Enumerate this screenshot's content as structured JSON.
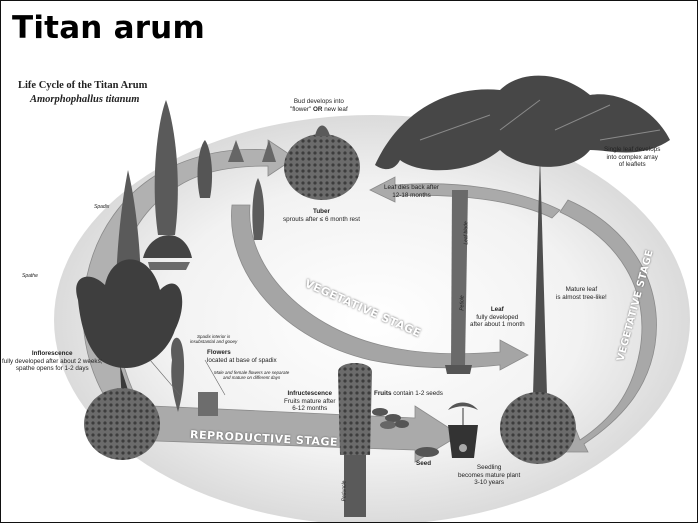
{
  "slide_title": "Titan arum",
  "diagram": {
    "title": "Life Cycle of the Titan Arum",
    "subtitle": "Amorphophallus titanum",
    "stages": {
      "vegetative_inner": "VEGETATIVE STAGE",
      "vegetative_outer": "VEGETATIVE STAGE",
      "reproductive": "REPRODUCTIVE STAGE"
    },
    "labels": {
      "bud_line1": "Bud develops into",
      "bud_line2_a": "\"flower\" ",
      "bud_line2_b": "OR",
      "bud_line2_c": " new leaf",
      "tuber_head": "Tuber",
      "tuber_text": "sprouts after ≤ 6 month rest",
      "leaf_dies_1": "Leaf dies back after",
      "leaf_dies_2": "12-18 months",
      "single_leaf_1": "Single leaf develops",
      "single_leaf_2": "into complex array",
      "single_leaf_3": "of leaflets",
      "leaf_blade": "Leaf blade",
      "petiole": "Petiole",
      "leaf_head": "Leaf",
      "leaf_1": "fully developed",
      "leaf_2": "after about 1 month",
      "mature_1": "Mature leaf",
      "mature_2": "is almost tree-like!",
      "spadix": "Spadix",
      "spathe": "Spathe",
      "infl_head": "Inflorescence",
      "infl_1": "fully developed after about 2 weeks;",
      "infl_2": "spathe opens for 1-2 days",
      "spadix_int_1": "Spadix interior is",
      "spadix_int_2": "insubstantial and gooey",
      "flowers_head": "Flowers",
      "flowers_text": "located at base of spadix",
      "male_female_1": "Male and female flowers are separate",
      "male_female_2": "and mature on different days",
      "infruct_head": "Infructescence",
      "infruct_1": "Fruits mature after",
      "infruct_2": "6-12 months",
      "fruits_head": "Fruits",
      "fruits_text": " contain 1-2 seeds",
      "seed": "Seed",
      "seedling_1": "Seedling",
      "seedling_2": "becomes mature plant",
      "seedling_3": "3-10 years",
      "peduncle": "Peduncle"
    }
  },
  "colors": {
    "arrow_fill": "#a9a9a9",
    "ellipse": "#e6e6e6",
    "plant": "#4a4a4a"
  }
}
